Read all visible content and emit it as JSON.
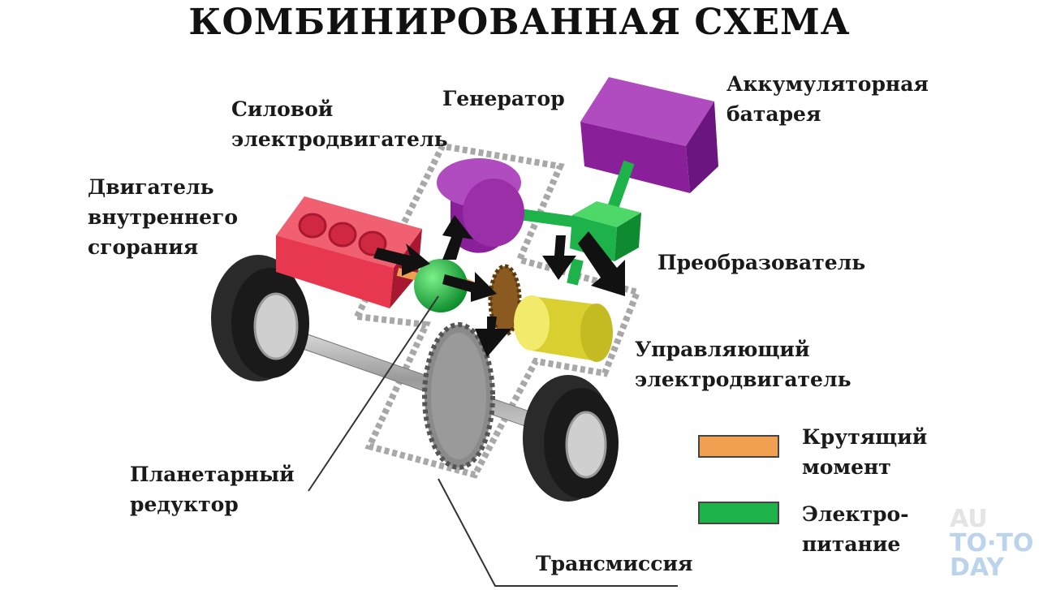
{
  "title": "КОМБИНИРОВАННАЯ СХЕМА",
  "labels": {
    "engine": [
      "Двигатель",
      "внутреннего",
      "сгорания"
    ],
    "power_motor": [
      "Силовой",
      "электродвигатель"
    ],
    "generator": "Генератор",
    "battery": [
      "Аккумуляторная",
      "батарея"
    ],
    "converter": "Преобразователь",
    "control_motor": [
      "Управляющий",
      "электродвигатель"
    ],
    "planetary": [
      "Планетарный",
      "редуктор"
    ],
    "transmission": "Трансмиссия"
  },
  "legend": {
    "torque": [
      "Крутящий",
      "момент"
    ],
    "power": [
      "Электро-",
      "питание"
    ]
  },
  "colors": {
    "torque": "#f0a050",
    "power": "#1db34a",
    "engine": "#e8384f",
    "generator": "#9a2fa8",
    "battery": "#8a1f9a",
    "converter": "#1db34a",
    "motor": "#e6dc3a",
    "gear": "#8a8a8a",
    "tire": "#1e1e1e"
  },
  "watermark": [
    "AU",
    "TO·TO",
    "DAY"
  ]
}
